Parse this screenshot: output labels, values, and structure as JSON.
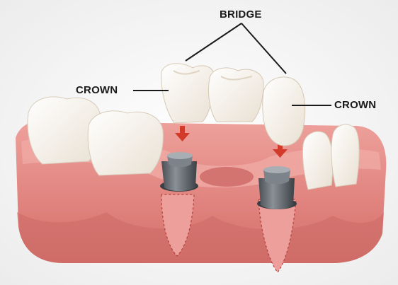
{
  "labels": {
    "bridge": "BRIDGE",
    "crown_left": "CROWN",
    "crown_right": "CROWN"
  },
  "colors": {
    "gum": "#e38b86",
    "gum_dark": "#cf6f6b",
    "gum_light": "#f2b1ad",
    "tooth": "#fbf7f1",
    "tooth_shadow": "#e6dccd",
    "abutment": "#6d737a",
    "abutment_dark": "#3f444a",
    "arrow": "#d23a2a",
    "line": "#1a1a1a"
  }
}
